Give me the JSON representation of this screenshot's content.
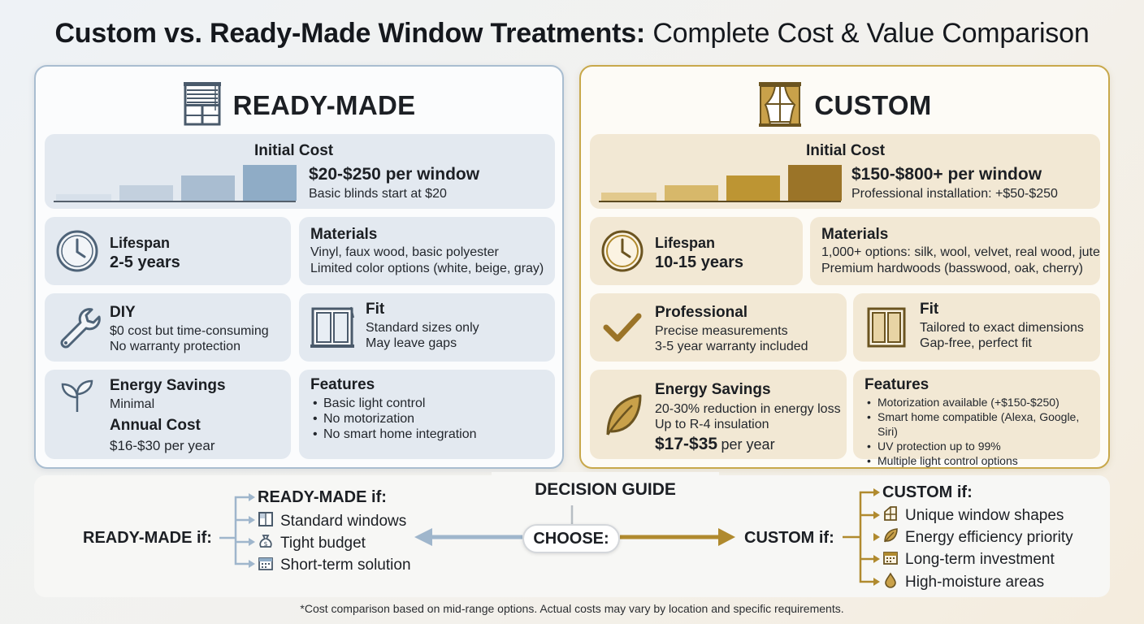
{
  "title": {
    "bold": "Custom vs. Ready-Made Window Treatments:",
    "light": "Complete Cost & Value Comparison"
  },
  "colors": {
    "ready_made_accent": "#8fa9c2",
    "custom_accent": "#b08a2e"
  },
  "ready_made": {
    "heading": "READY-MADE",
    "initial_cost": {
      "label": "Initial Cost",
      "price": "$20-$250 per window",
      "note": "Basic blinds start at $20"
    },
    "lifespan": {
      "label": "Lifespan",
      "value": "2-5 years"
    },
    "materials": {
      "label": "Materials",
      "lines": [
        "Vinyl, faux wood, basic polyester",
        "Limited color options (white, beige, gray)"
      ]
    },
    "install": {
      "label": "DIY",
      "lines": [
        "$0 cost but time-consuming",
        "No warranty protection"
      ]
    },
    "fit": {
      "label": "Fit",
      "lines": [
        "Standard sizes only",
        "May leave gaps"
      ]
    },
    "energy": {
      "label": "Energy Savings",
      "value": "Minimal",
      "annual_label": "Annual Cost",
      "annual_value": "$16-$30 per year"
    },
    "features": {
      "label": "Features",
      "items": [
        "Basic light control",
        "No motorization",
        "No smart home integration"
      ]
    }
  },
  "custom": {
    "heading": "CUSTOM",
    "initial_cost": {
      "label": "Initial Cost",
      "price": "$150-$800+ per window",
      "note": "Professional installation: +$50-$250"
    },
    "lifespan": {
      "label": "Lifespan",
      "value": "10-15 years"
    },
    "materials": {
      "label": "Materials",
      "lines": [
        "1,000+ options: silk, wool, velvet, real wood, jute",
        "Premium hardwoods (basswood, oak, cherry)"
      ]
    },
    "install": {
      "label": "Professional",
      "lines": [
        "Precise measurements",
        "3-5 year warranty included"
      ]
    },
    "fit": {
      "label": "Fit",
      "lines": [
        "Tailored to exact dimensions",
        "Gap-free, perfect fit"
      ]
    },
    "energy": {
      "label": "Energy Savings",
      "lines": [
        "20-30% reduction in energy loss",
        "Up to R-4 insulation"
      ],
      "annual_value_bold": "$17-$35",
      "annual_value_rest": "per year"
    },
    "features": {
      "label": "Features",
      "items": [
        "Motorization available (+$150-$250)",
        "Smart home compatible (Alexa, Google, Siri)",
        "UV protection up to 99%",
        "Multiple light control options"
      ]
    }
  },
  "decision": {
    "title": "DECISION GUIDE",
    "choose": "CHOOSE:",
    "left_label": "READY-MADE if:",
    "left_title": "READY-MADE if:",
    "left_options": [
      "Standard windows",
      "Tight budget",
      "Short-term solution"
    ],
    "right_label": "CUSTOM if:",
    "right_title": "CUSTOM if:",
    "right_options": [
      "Unique window shapes",
      "Energy efficiency priority",
      "Long-term investment",
      "High-moisture areas"
    ]
  },
  "footnote": "*Cost comparison based on mid-range options. Actual costs may vary by location and specific requirements."
}
